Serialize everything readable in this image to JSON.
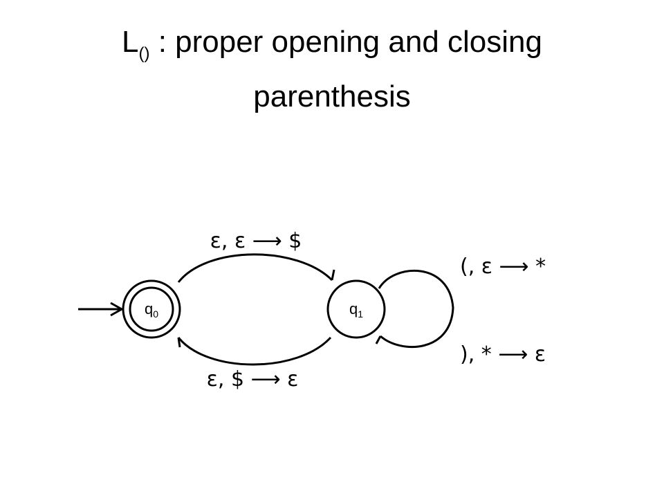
{
  "title": {
    "main": "L",
    "subscript": "()",
    "line1_rest": " : proper opening and closing",
    "line2": "parenthesis"
  },
  "states": [
    {
      "id": "q0",
      "letter": "q",
      "index": "0",
      "accepting": true,
      "initial": true
    },
    {
      "id": "q1",
      "letter": "q",
      "index": "1",
      "accepting": false,
      "initial": false
    }
  ],
  "transitions": [
    {
      "from": "q0",
      "to": "q1",
      "label": "ε, ε ⟶ $"
    },
    {
      "from": "q1",
      "to": "q0",
      "label": "ε, $ ⟶ ε"
    },
    {
      "from": "q1",
      "to": "q1",
      "label": "(, ε ⟶ *"
    },
    {
      "from": "q1",
      "to": "q1",
      "label": "), * ⟶ ε"
    }
  ]
}
